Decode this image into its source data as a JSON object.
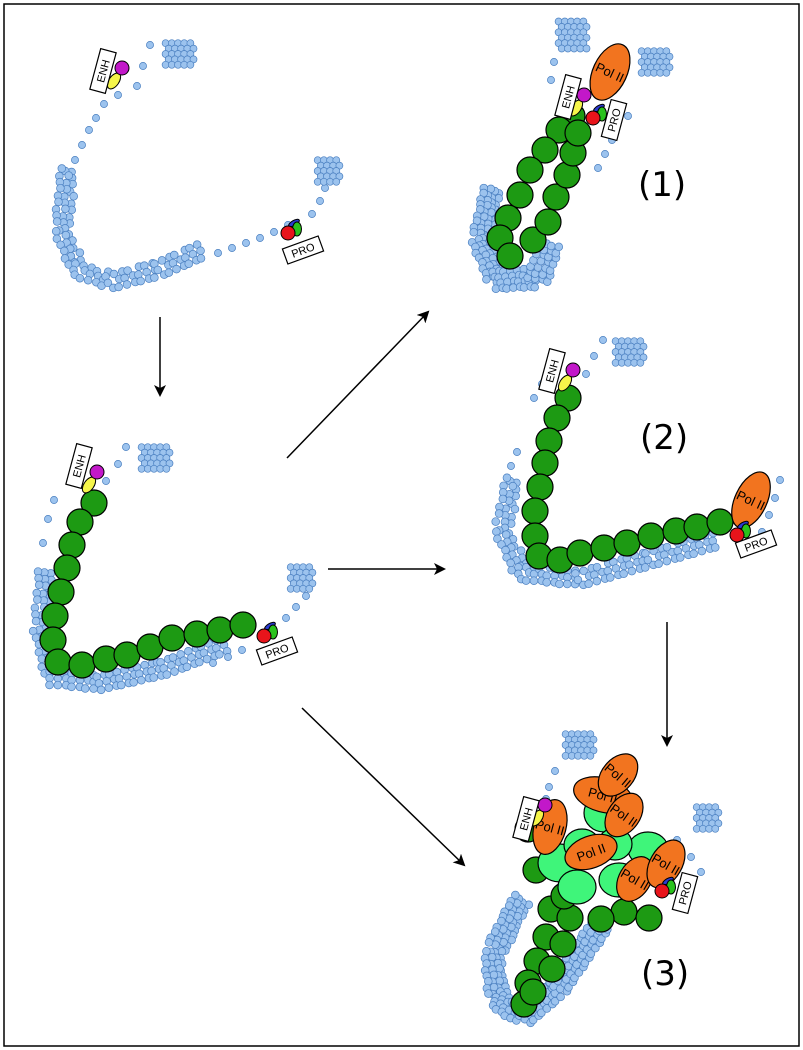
{
  "labels": {
    "enhancer": "ENH",
    "promoter": "PRO",
    "polymerase": "Pol II"
  },
  "stages": {
    "one": "(1)",
    "two": "(2)",
    "three": "(3)"
  },
  "colors": {
    "background_bead": "#9cc3ee",
    "background_bead_stroke": "#4a7fc0",
    "nucleosome": "#1d9a13",
    "condensate": "#3ff57a",
    "polymerase": "#f2741f",
    "magenta_factor": "#c218c9",
    "yellow_factor": "#f5f54a",
    "red_factor": "#e8141b",
    "green_factor": "#2ac21c",
    "blue_factor": "#2a3bd1"
  }
}
